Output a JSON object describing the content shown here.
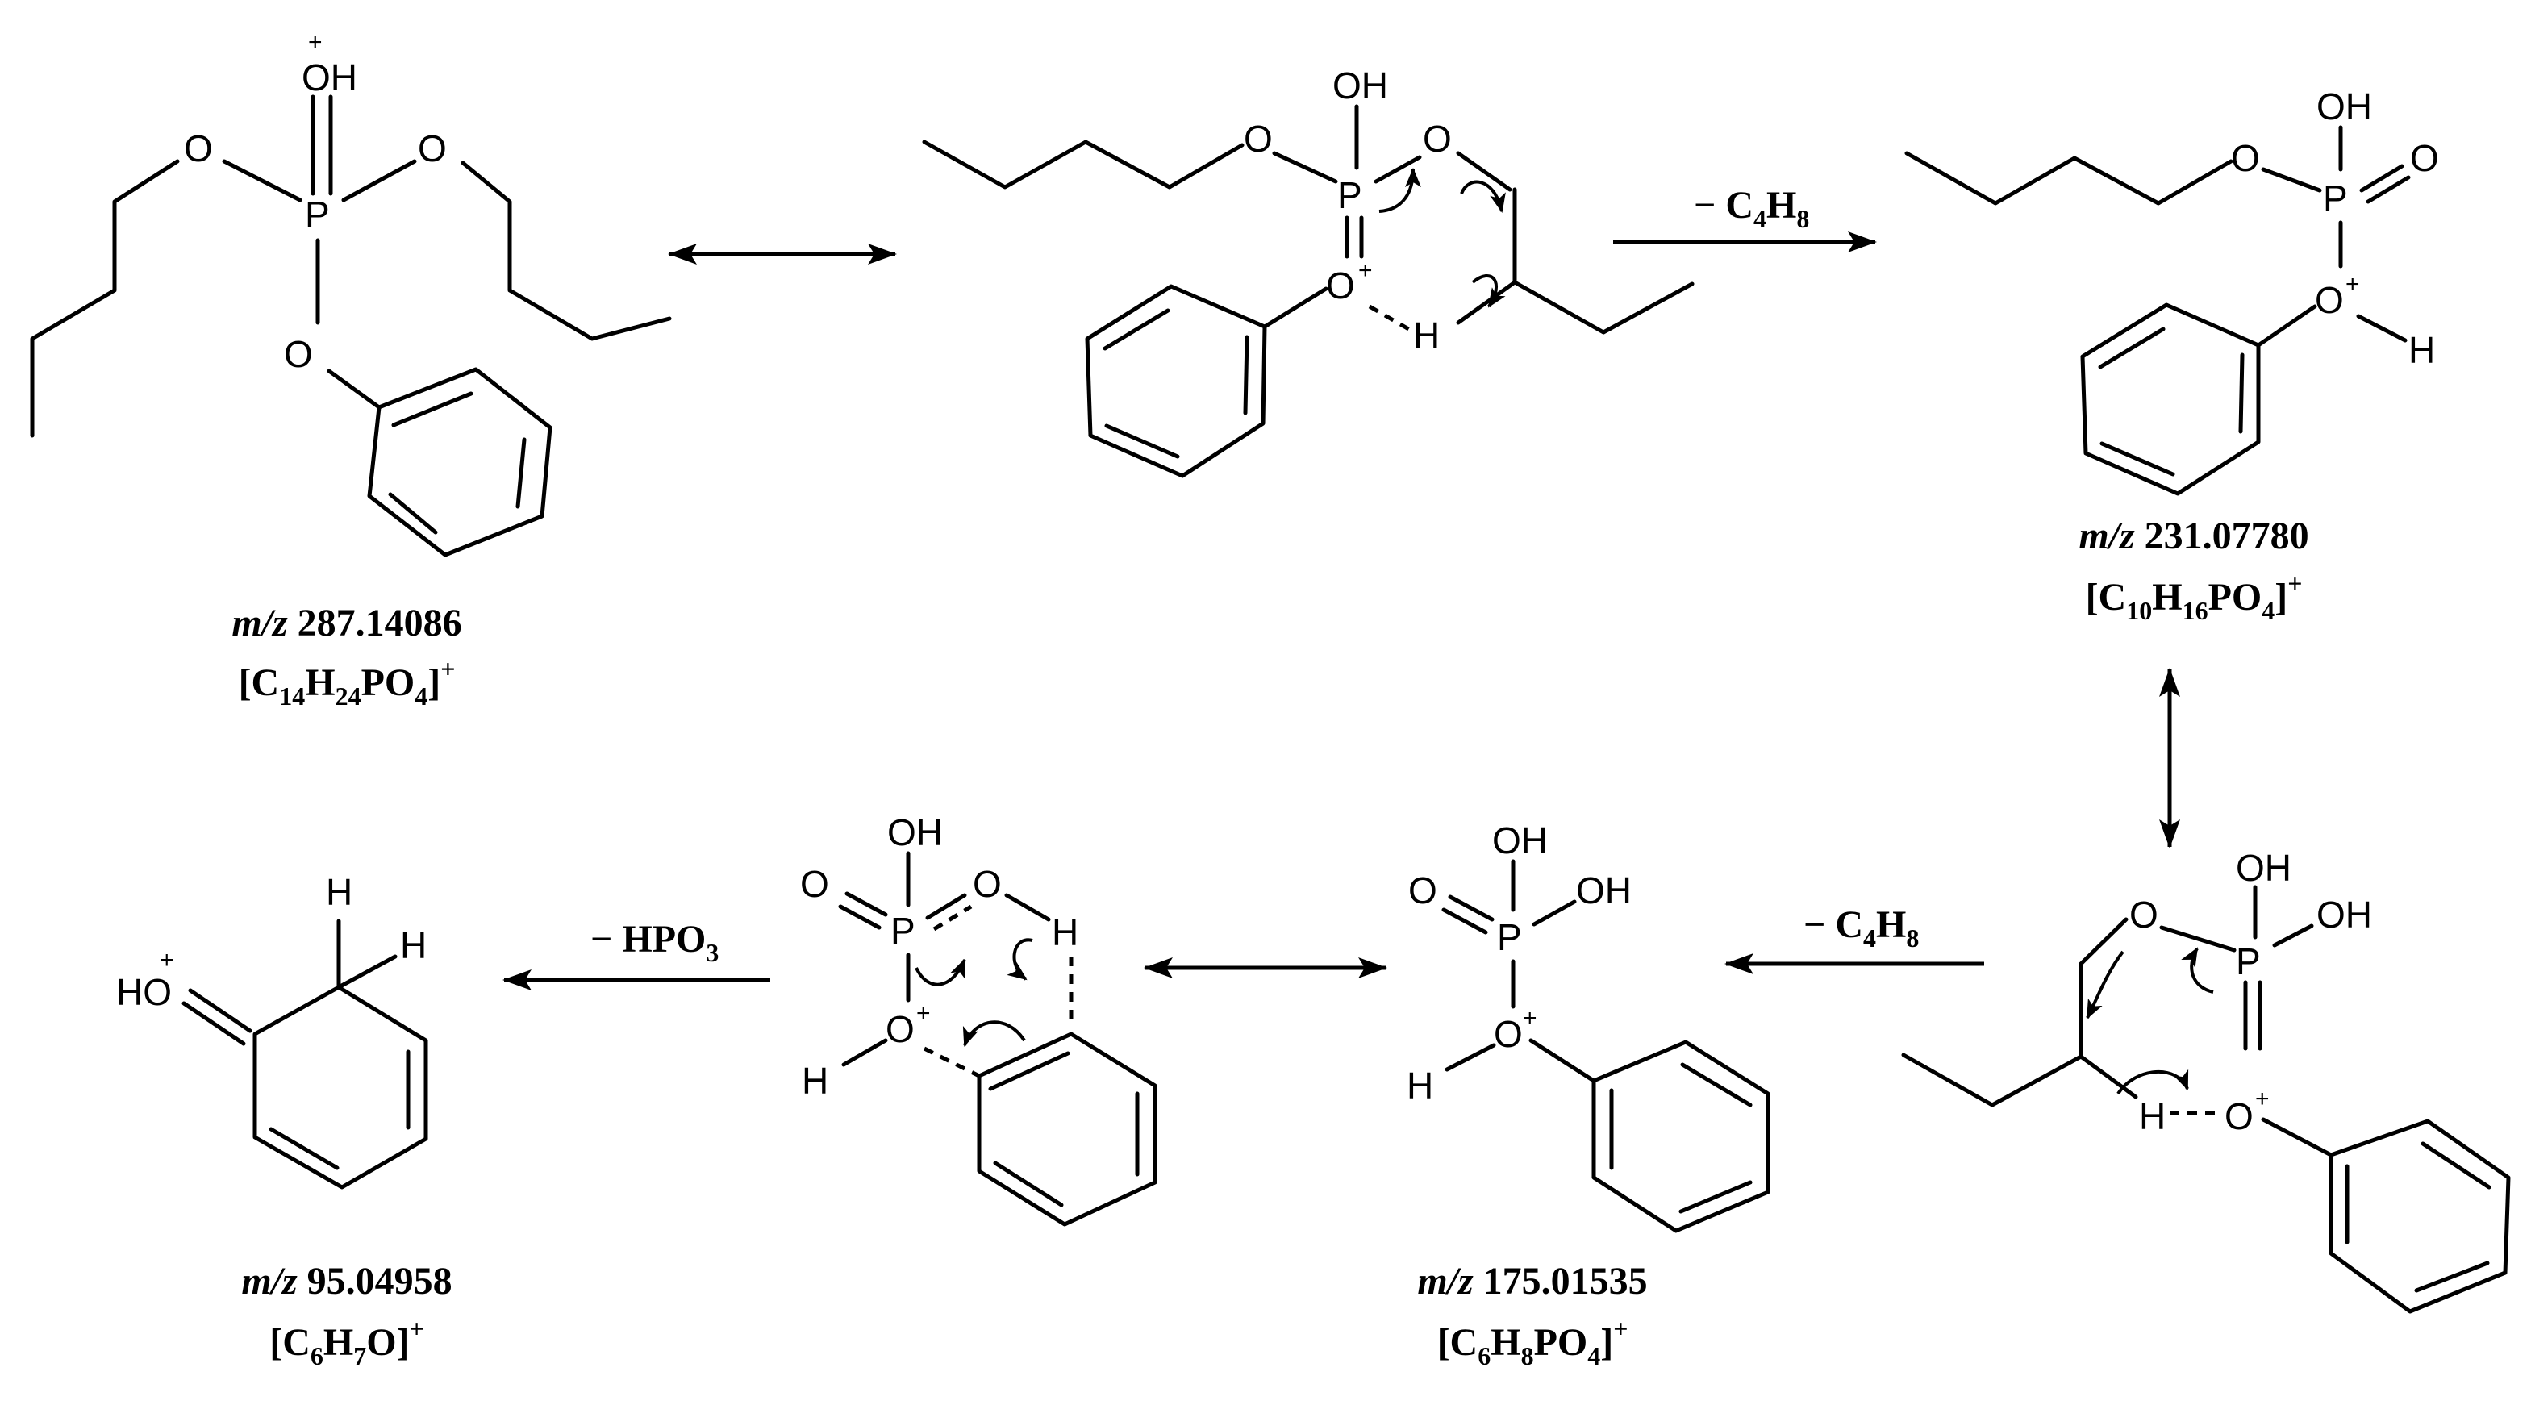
{
  "colors": {
    "ink": "#000000",
    "background": "#ffffff"
  },
  "compounds": {
    "c1": {
      "mz_prefix": "m/z",
      "mz_value": "287.14086",
      "formula": [
        "[C",
        "14",
        "H",
        "24",
        "PO",
        "4",
        "]",
        "+"
      ]
    },
    "c3": {
      "mz_prefix": "m/z",
      "mz_value": "231.07780",
      "formula": [
        "[C",
        "10",
        "H",
        "16",
        "PO",
        "4",
        "]",
        "+"
      ]
    },
    "c5": {
      "mz_prefix": "m/z",
      "mz_value": "175.01535",
      "formula": [
        "[C",
        "6",
        "H",
        "8",
        "PO",
        "4",
        "]",
        "+"
      ]
    },
    "c7": {
      "mz_prefix": "m/z",
      "mz_value": "95.04958",
      "formula": [
        "[C",
        "6",
        "H",
        "7",
        "O]",
        "+"
      ]
    }
  },
  "losses": {
    "loss1": {
      "parts": [
        "− C",
        "4",
        "H",
        "8"
      ]
    },
    "loss2": {
      "parts": [
        "− C",
        "4",
        "H",
        "8"
      ]
    },
    "loss3": {
      "parts": [
        "− HPO",
        "3"
      ]
    }
  },
  "atoms": {
    "P": "P",
    "O": "O",
    "OH": "OH",
    "H": "H",
    "HO": "HO",
    "plus": "+"
  },
  "arrow_kinds": {
    "resonance": "resonance-arrow-icon",
    "reaction": "reaction-arrow-icon",
    "electron": "curved-electron-arrow-icon"
  }
}
